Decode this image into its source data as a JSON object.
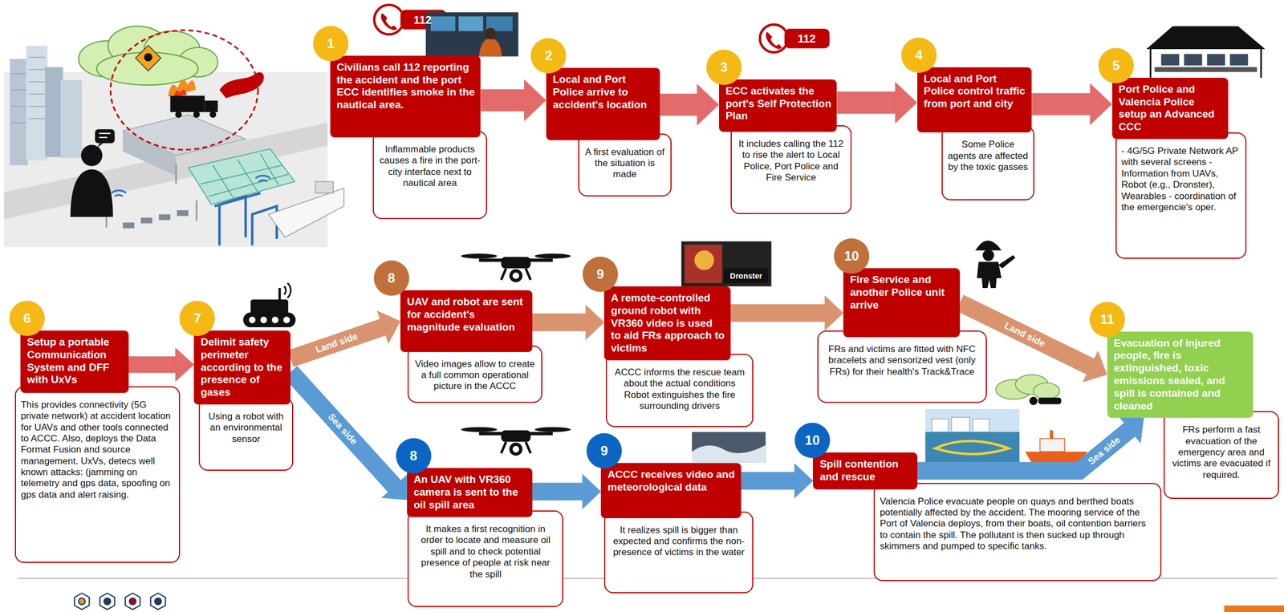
{
  "diagram": {
    "nodes": [
      {
        "text": [
          "1"
        ]
      },
      {
        "text": [
          "Civilians call 112 reporting the accident and the port ECC identifies smoke in the nautical area."
        ]
      },
      {
        "text": [
          "Inflammable products causes a fire in the port-city interface next to nautical area"
        ]
      },
      {
        "text": [
          "2"
        ]
      },
      {
        "text": [
          "Local and Port Police arrive to accident's location"
        ]
      },
      {
        "text": [
          "A first evaluation of the situation is made"
        ]
      },
      {
        "text": [
          "3"
        ]
      },
      {
        "text": [
          "ECC activates the port's Self Protection Plan"
        ]
      },
      {
        "text": [
          "It includes calling the 112 to rise the alert to Local Police, Port Police and Fire Service"
        ]
      },
      {
        "text": [
          "4"
        ]
      },
      {
        "text": [
          "Local and Port Police control traffic from port and city"
        ]
      },
      {
        "text": [
          "Some Police agents are affected by the toxic gasses"
        ]
      },
      {
        "text": [
          "5"
        ]
      },
      {
        "text": [
          "Port Police and Valencia Police setup an Advanced CCC"
        ]
      },
      {
        "text": [
          "- 4G/5G Private Network AP with several screens - Information from UAVs, Robot (e.g., Dronster), Wearables - coordination of the emergencie's oper."
        ]
      },
      {
        "text": [
          "6"
        ]
      },
      {
        "text": [
          "Setup a portable Communication System and DFF with UxVs"
        ]
      },
      {
        "text": [
          "This provides connectivity (5G private network) at accident location for UAVs and other tools connected to ACCC. Also, deploys the Data Format Fusion and source management. UxVs, detecs well known attacks: (jamming on telemetry and gps data, spoofing on gps data and alert raising."
        ]
      },
      {
        "text": [
          "7"
        ]
      },
      {
        "text": [
          "Delimit safety perimeter according to the presence of gases"
        ]
      },
      {
        "text": [
          "Using a robot with an environmental sensor"
        ]
      },
      {
        "text": [
          "8"
        ]
      },
      {
        "text": [
          "UAV and robot are sent for accident's magnitude evaluation"
        ]
      },
      {
        "text": [
          "Video images allow to create a full common operational picture in the ACCC"
        ]
      },
      {
        "text": [
          "9"
        ]
      },
      {
        "text": [
          "A remote-controlled ground robot with VR360 video is used to aid FRs approach to victims"
        ]
      },
      {
        "text": [
          "ACCC informs the rescue team about the actual conditions Robot extinguishes the fire surrounding drivers"
        ]
      },
      {
        "text": [
          "10"
        ]
      },
      {
        "text": [
          "Fire Service and another Police unit arrive"
        ]
      },
      {
        "text": [
          "FRs and victims are fitted with NFC bracelets and sensorized vest (only FRs) for their health's Track&Trace"
        ]
      },
      {
        "text": [
          "11"
        ]
      },
      {
        "text": [
          "Evacuation of injured people, fire is extinguished, toxic emissions sealed, and spill is contained and cleaned"
        ]
      },
      {
        "text": [
          "FRs perform a fast evacuation of the emergency area and victims are evacuated if required."
        ]
      },
      {
        "text": [
          "8"
        ]
      },
      {
        "text": [
          "An UAV with VR360 camera is sent to the oil spill area"
        ]
      },
      {
        "text": [
          "It makes a first recognition in order to locate and measure oil spill and to check potential presence of people at risk near the spill"
        ]
      },
      {
        "text": [
          "9"
        ]
      },
      {
        "text": [
          "ACCC receives video and meteorological data"
        ]
      },
      {
        "text": [
          "It realizes spill is bigger than expected and confirms the non-presence of victims in the water"
        ]
      },
      {
        "text": [
          "10"
        ]
      },
      {
        "text": [
          "Spill contention and rescue"
        ]
      },
      {
        "text": [
          "Valencia Police evacuate people on quays and berthed boats potentially affected by the accident. The mooring service of the Port of Valencia deploys, from their boats, oil contention barriers to contain the spill. The pollutant is then sucked up through skimmers and pumped to specific tanks."
        ]
      }
    ],
    "edges": [
      {
        "from": 1,
        "to": 4,
        "arrow": "to"
      },
      {
        "from": 4,
        "to": 7,
        "arrow": "to"
      },
      {
        "from": 7,
        "to": 10,
        "arrow": "to"
      },
      {
        "from": 10,
        "to": 13,
        "arrow": "to"
      },
      {
        "from": 16,
        "to": 19,
        "arrow": "to"
      },
      {
        "from": 19,
        "to": 22,
        "label": "Land side",
        "arrow": "to"
      },
      {
        "from": 19,
        "to": 34,
        "label": "Sea side",
        "arrow": "to"
      },
      {
        "from": 22,
        "to": 25,
        "arrow": "to"
      },
      {
        "from": 25,
        "to": 28,
        "arrow": "to"
      },
      {
        "from": 28,
        "to": 31,
        "label": "Land side",
        "arrow": "to"
      },
      {
        "from": 34,
        "to": 37,
        "arrow": "to"
      },
      {
        "from": 37,
        "to": 40,
        "arrow": "to"
      },
      {
        "from": 40,
        "to": 31,
        "label": "Sea side",
        "arrow": "to"
      }
    ],
    "labels": [
      "112",
      "112",
      "Dronster"
    ]
  }
}
